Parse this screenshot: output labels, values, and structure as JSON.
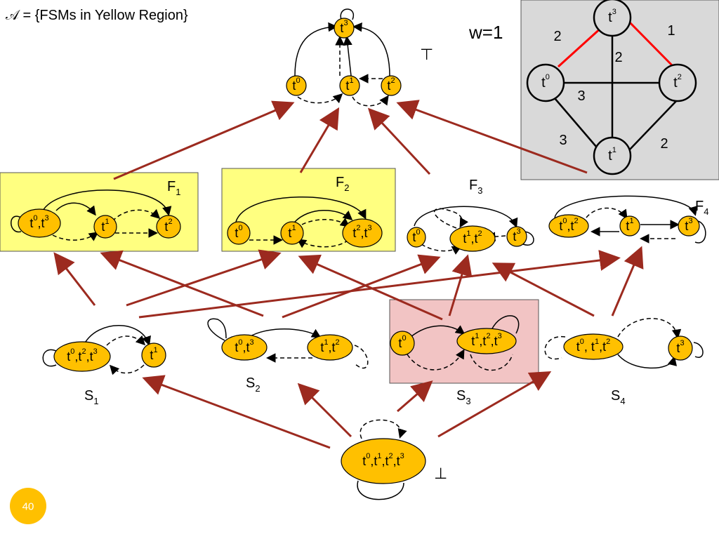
{
  "title": "𝒜 = {FSMs in Yellow Region}",
  "top_symbol": "⊤",
  "bottom_symbol": "⊥",
  "page_number": "40",
  "weight_label": "w=1",
  "regions": {
    "F1": "F",
    "F1_sub": "1",
    "F2": "F",
    "F2_sub": "2",
    "F3": "F",
    "F3_sub": "3",
    "F4": "F",
    "F4_sub": "4",
    "S1": "S",
    "S1_sub": "1",
    "S2": "S",
    "S2_sub": "2",
    "S3": "S",
    "S3_sub": "3",
    "S4": "S",
    "S4_sub": "4"
  },
  "graph": {
    "nodes": [
      "t3",
      "t0",
      "t2",
      "t1"
    ],
    "edge_weights": {
      "t3_t0": "2",
      "t3_t2": "1",
      "t3_t1": "2",
      "t0_t2": "3",
      "t0_t1": "3",
      "t2_t1": "2"
    },
    "highlight_color": "#ff0000",
    "panel_color": "#d9d9d9"
  },
  "colors": {
    "node_fill": "#ffc000",
    "yellow_region": "#ffff80",
    "pink_region": "#f2c4c4",
    "arrow": "#9c2a1f",
    "page_badge": "#ffc000"
  }
}
